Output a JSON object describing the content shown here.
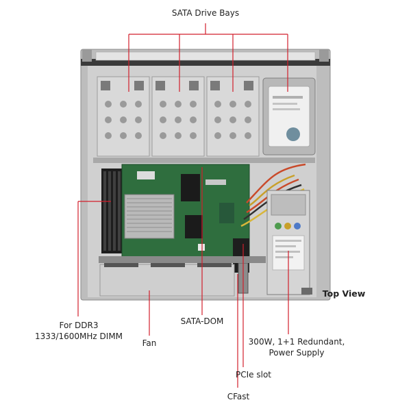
{
  "callouts": {
    "sata_drive_bays": "SATA  Drive Bays",
    "top_view": "Top View",
    "ddr3_line1": "For DDR3",
    "ddr3_line2": "1333/1600MHz DIMM",
    "fan": "Fan",
    "sata_dom": "SATA-DOM",
    "psu_line1": "300W, 1+1 Redundant,",
    "psu_line2": "Power Supply",
    "pcie_slot": "PCIe slot",
    "cfast": "CFast"
  },
  "colors": {
    "leader_line": "#d21e2b",
    "chassis": "#c9c9c9",
    "board": "#2f6e3e",
    "drive_bay": "#d9d9d9",
    "hdd_label": "#f0f0f0"
  }
}
